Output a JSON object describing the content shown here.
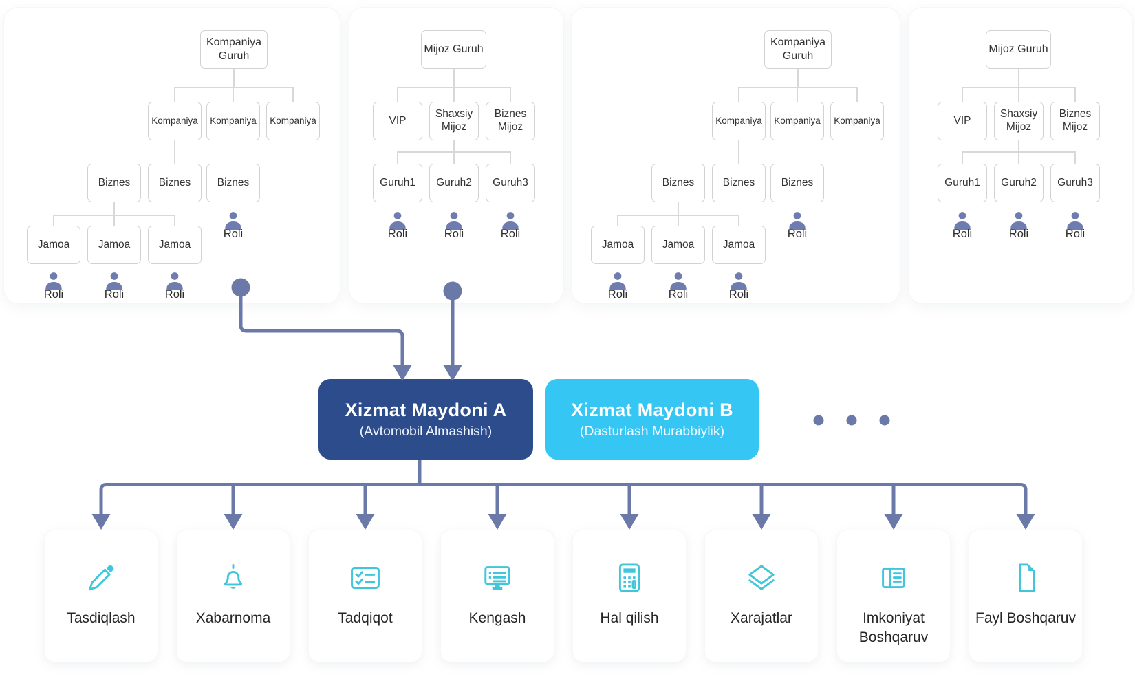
{
  "org_trees": {
    "company": {
      "root": "Kompaniya Guruh",
      "level2": [
        "Kompaniya",
        "Kompaniya",
        "Kompaniya"
      ],
      "level3": [
        "Biznes",
        "Biznes",
        "Biznes"
      ],
      "level4": [
        "Jamoa",
        "Jamoa",
        "Jamoa"
      ],
      "role_label": "Roli"
    },
    "customer": {
      "root": "Mijoz Guruh",
      "level2": [
        "VIP",
        "Shaxsiy Mijoz",
        "Biznes Mijoz"
      ],
      "level3": [
        "Guruh1",
        "Guruh2",
        "Guruh3"
      ],
      "role_label": "Roli"
    }
  },
  "service_areas": {
    "a": {
      "title": "Xizmat Maydoni A",
      "subtitle": "(Avtomobil Almashish)",
      "color": "#2d4c8c"
    },
    "b": {
      "title": "Xizmat Maydoni B",
      "subtitle": "(Dasturlash Murabbiylik)",
      "color": "#35c6f4"
    },
    "more_indicator": "ellipsis-dots"
  },
  "modules": [
    {
      "label": "Tasdiqlash",
      "icon": "edit-pencil-icon"
    },
    {
      "label": "Xabarnoma",
      "icon": "bell-icon"
    },
    {
      "label": "Tadqiqot",
      "icon": "checklist-icon"
    },
    {
      "label": "Kengash",
      "icon": "board-list-icon"
    },
    {
      "label": "Hal qilish",
      "icon": "calculator-icon"
    },
    {
      "label": "Xarajatlar",
      "icon": "layers-icon"
    },
    {
      "label": "Imkoniyat Boshqaruv",
      "icon": "ledger-icon"
    },
    {
      "label": "Fayl Boshqaruv",
      "icon": "file-document-icon"
    }
  ],
  "colors": {
    "connector_slate": "#6b79a8",
    "tree_line_gray": "#d8d8db",
    "module_icon_cyan": "#3fc6db",
    "role_icon_slate": "#6e7caf",
    "service_a_bg": "#2d4c8c",
    "service_b_bg": "#35c6f4"
  }
}
